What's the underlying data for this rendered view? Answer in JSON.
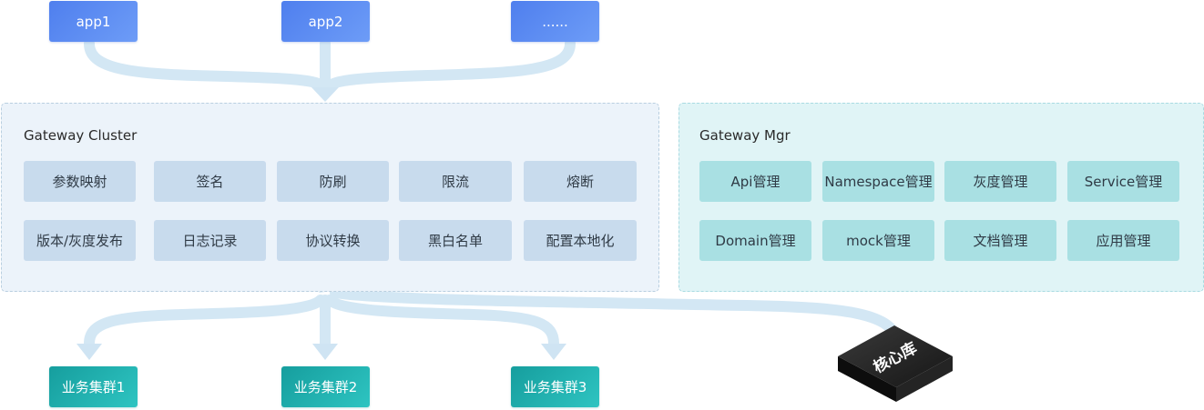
{
  "apps": [
    "app1",
    "app2",
    "......"
  ],
  "cluster": {
    "title": "Gateway Cluster",
    "row1": [
      "参数映射",
      "签名",
      "防刷",
      "限流",
      "熔断"
    ],
    "row2": [
      "版本/灰度发布",
      "日志记录",
      "协议转换",
      "黑白名单",
      "配置本地化"
    ]
  },
  "mgr": {
    "title": "Gateway Mgr",
    "row1": [
      "Api管理",
      "Namespace管理",
      "灰度管理",
      "Service管理"
    ],
    "row2": [
      "Domain管理",
      "mock管理",
      "文档管理",
      "应用管理"
    ]
  },
  "business": [
    "业务集群1",
    "业务集群2",
    "业务集群3"
  ],
  "core_db": "核心库",
  "colors": {
    "app_blue": "#5b8bf2",
    "cluster_bg": "#ecf3fa",
    "cluster_cell": "#c8dbed",
    "mgr_bg": "#e0f4f6",
    "mgr_cell": "#a9e0e3",
    "business_teal": "#1fb0ae",
    "arrow": "#d2e6f3"
  }
}
